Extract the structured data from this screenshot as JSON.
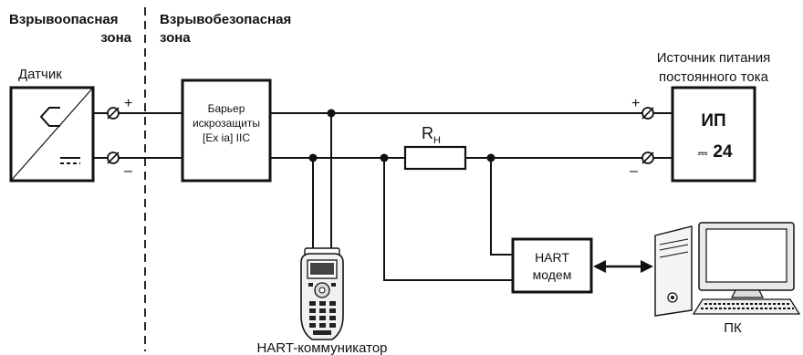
{
  "zones": {
    "hazardous_line1": "Взрывоопасная",
    "hazardous_line2": "зона",
    "safe_line1": "Взрывобезопасная",
    "safe_line2": "зона"
  },
  "sensor": {
    "label": "Датчик"
  },
  "barrier": {
    "line1": "Барьер",
    "line2": "искрозащиты",
    "line3": "[Ex ia] IIC"
  },
  "resistor": {
    "label_main": "R",
    "label_sub": "Н"
  },
  "psu": {
    "title_line1": "Источник питания",
    "title_line2": "постоянного тока",
    "name": "ИП",
    "dc_symbol": "⎓",
    "voltage": "24"
  },
  "hart_modem": {
    "line1": "HART",
    "line2": "модем"
  },
  "terminals": {
    "plus": "+",
    "minus": "–"
  },
  "pc": {
    "label": "ПК"
  },
  "communicator": {
    "label": "HART-коммуникатор"
  }
}
